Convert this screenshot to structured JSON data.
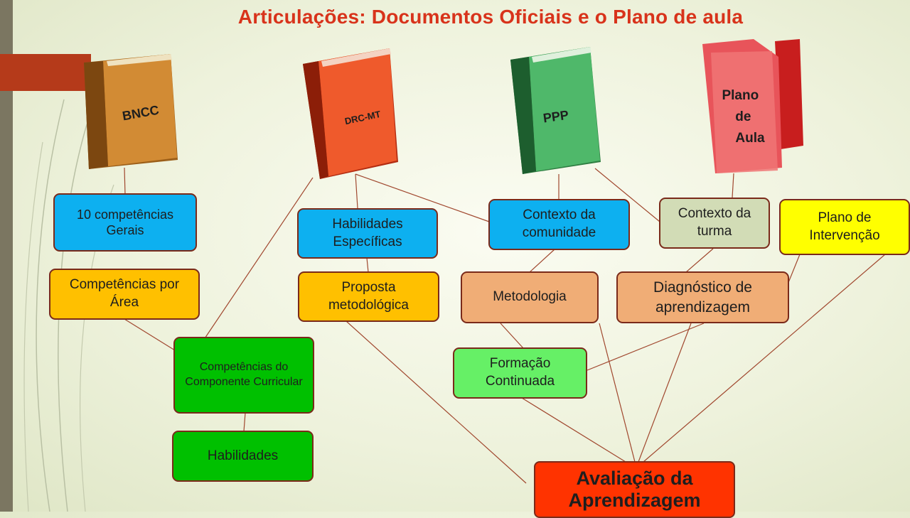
{
  "title": "Articulações: Documentos Oficiais e o Plano de aula",
  "books": {
    "bncc": "BNCC",
    "drc": "DRC-MT",
    "ppp": "PPP",
    "plano": [
      "Plano",
      "de",
      "Aula"
    ]
  },
  "nodes": {
    "competencias_gerais": "10 competências Gerais",
    "competencias_area": "Competências por Área",
    "competencias_componente": "Competências do Componente Curricular",
    "habilidades": "Habilidades",
    "habilidades_especificas": "Habilidades Específicas",
    "proposta_metodologica": "Proposta metodológica",
    "contexto_comunidade": "Contexto da comunidade",
    "metodologia": "Metodologia",
    "formacao_continuada": "Formação Continuada",
    "contexto_turma": "Contexto da turma",
    "diagnostico": "Diagnóstico de aprendizagem",
    "plano_intervencao": "Plano de Intervenção",
    "avaliacao": "Avaliação da Aprendizagem"
  },
  "colors": {
    "title": "#d8331b",
    "blue": "#0db0f0",
    "orange": "#ffc000",
    "green": "#00c000",
    "peach": "#f0ad76",
    "light_green": "#66f066",
    "sage": "#d2dcb6",
    "yellow": "#ffff00",
    "red": "#ff3300",
    "line": "#a0472e"
  }
}
